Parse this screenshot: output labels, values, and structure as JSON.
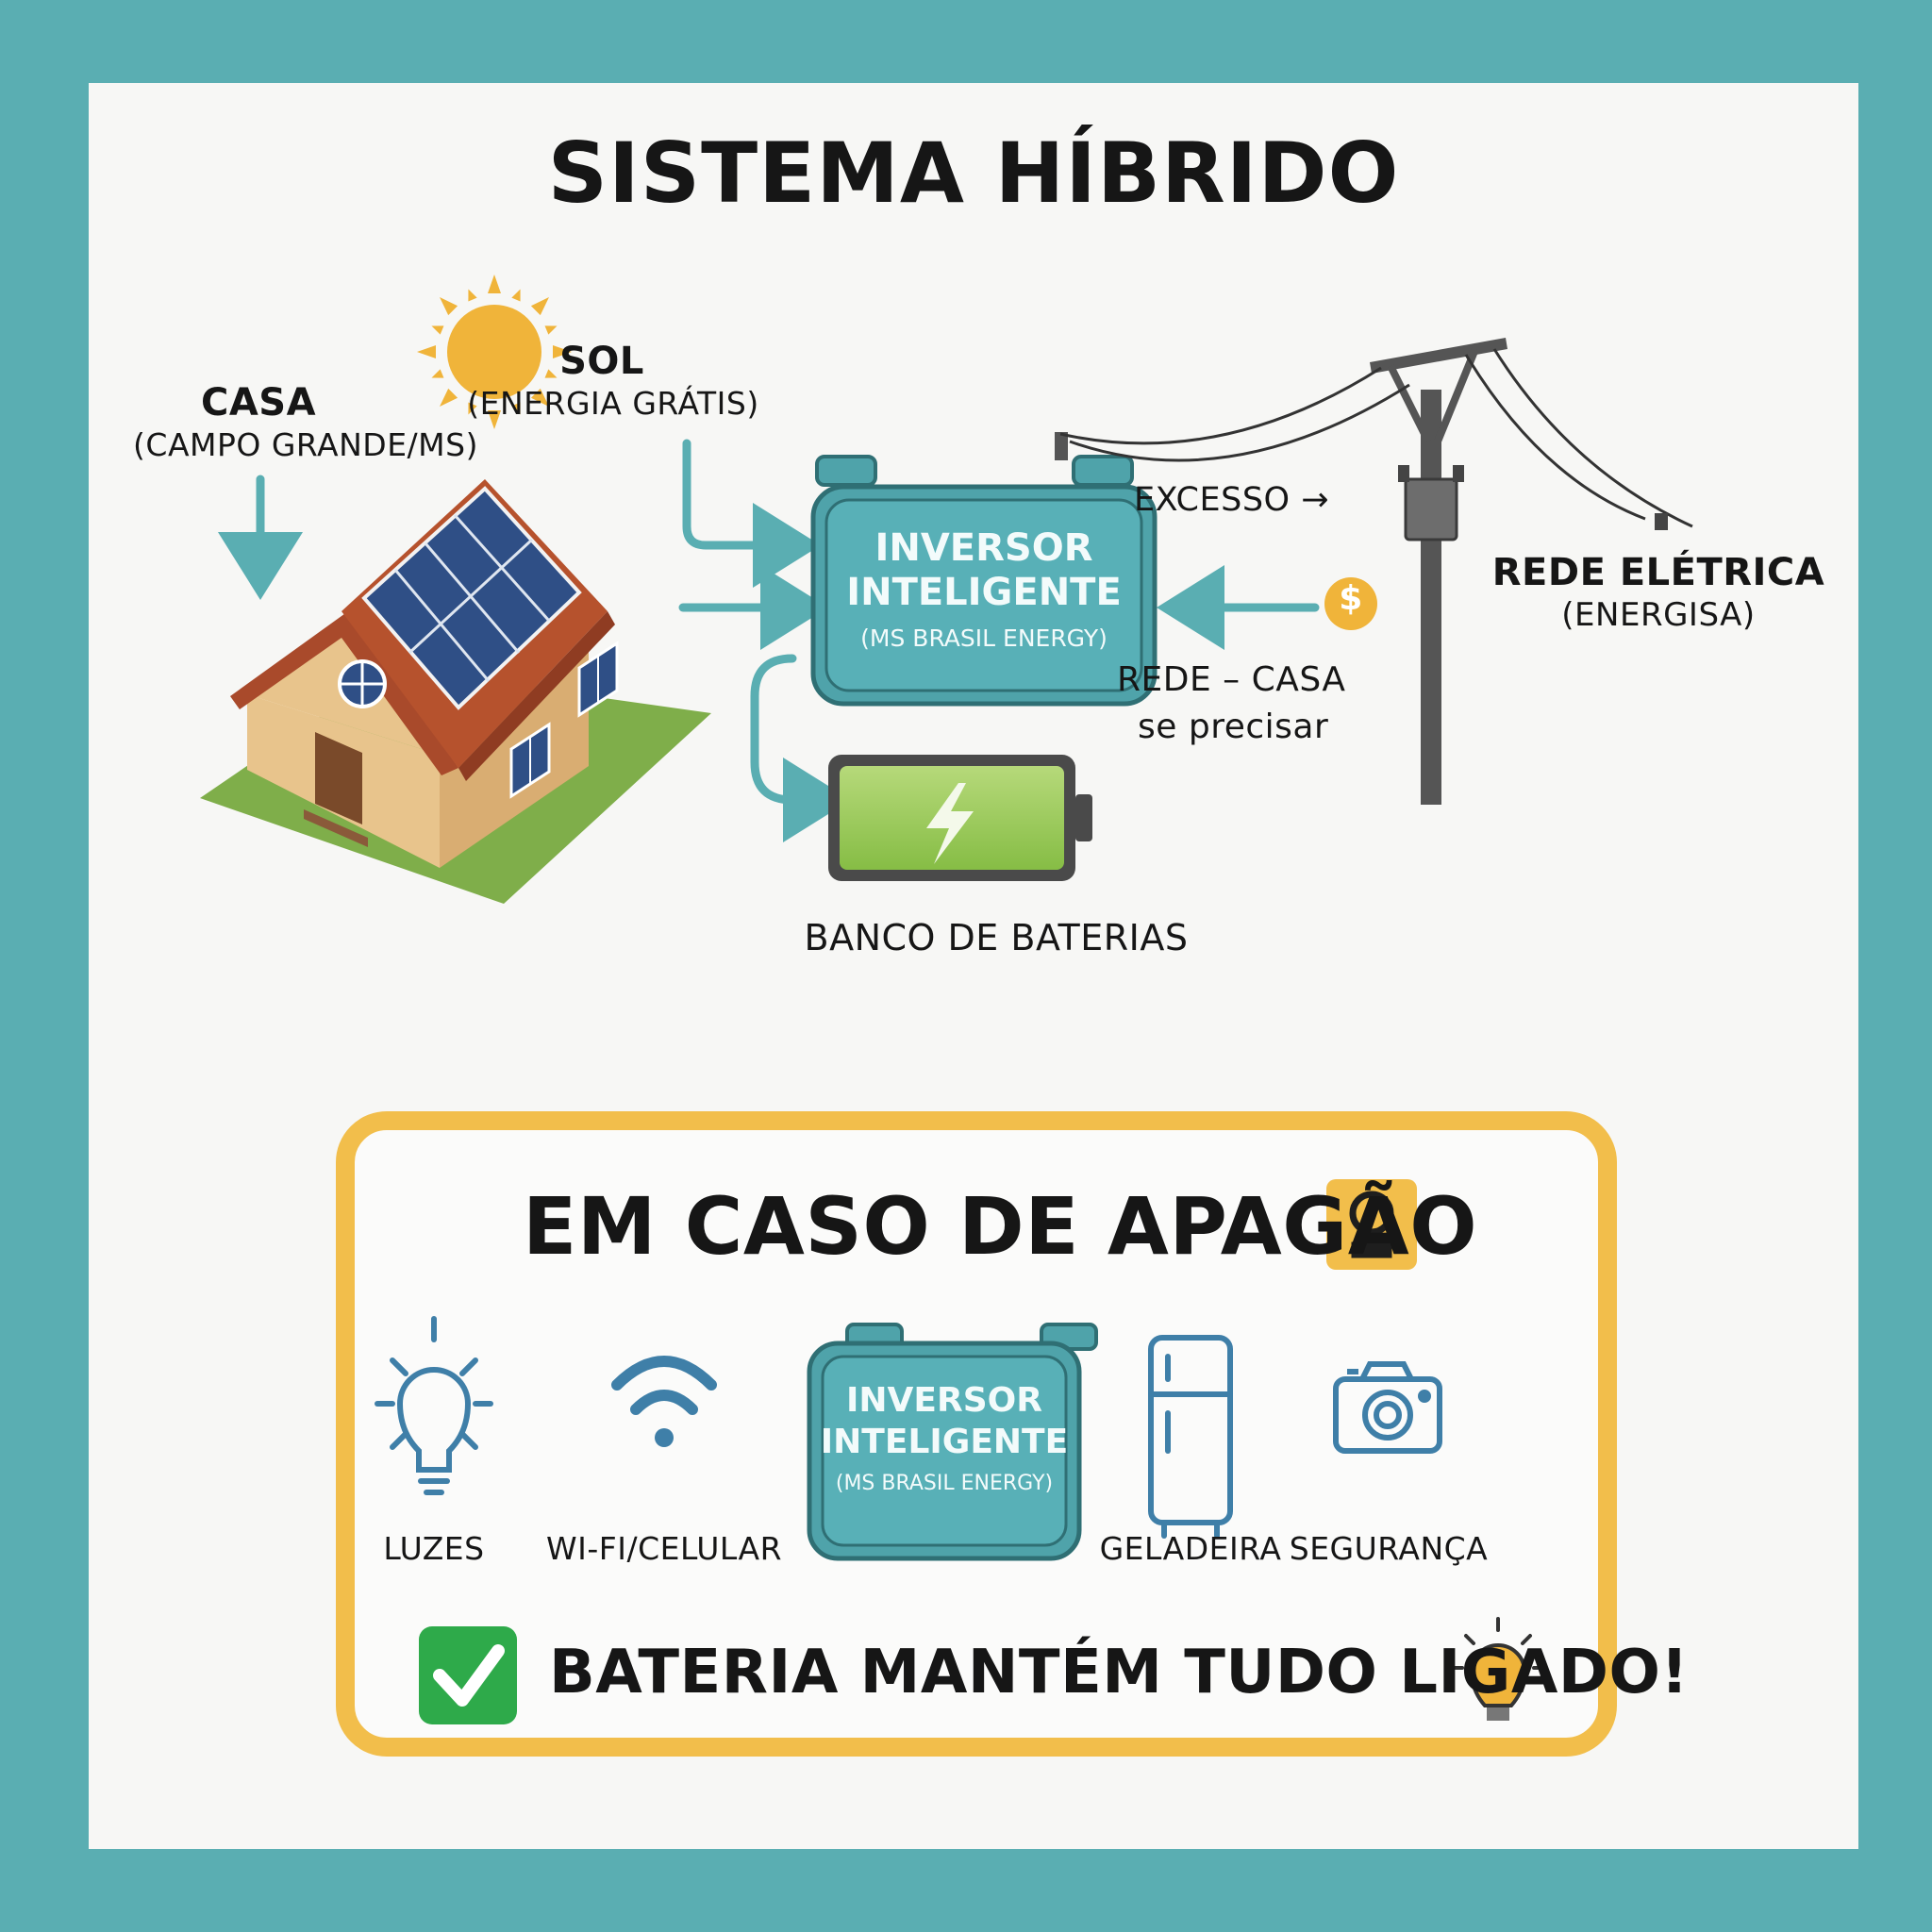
{
  "title": "SISTEMA HÍBRIDO",
  "house": {
    "label": "CASA",
    "sublabel": "(CAMPO GRANDE/MS)"
  },
  "sun": {
    "label": "SOL",
    "sublabel": "(ENERGIA GRÁTIS)"
  },
  "inverter": {
    "line1": "INVERSOR",
    "line2": "INTELIGENTE",
    "brand": "(MS BRASIL ENERGY)"
  },
  "grid": {
    "label": "REDE ELÉTRICA",
    "sublabel": "(ENERGISA)"
  },
  "flows": {
    "excess": "EXCESSO →",
    "grid_to_house_1": "REDE – CASA",
    "grid_to_house_2": "se precisar",
    "money_symbol": "$"
  },
  "battery": {
    "label": "BANCO DE BATERIAS"
  },
  "blackout": {
    "title": "EM CASO DE APAGÃO",
    "inverter": {
      "line1": "INVERSOR",
      "line2": "INTELIGENTE",
      "brand": "(MS BRASIL ENERGY)"
    },
    "loads": [
      {
        "label": "LUZES",
        "icon": "light-bulb-icon"
      },
      {
        "label": "WI-FI/CELULAR",
        "icon": "wifi-icon"
      },
      {
        "label": "GELADEIRA",
        "icon": "refrigerator-icon"
      },
      {
        "label": "SEGURANÇA",
        "icon": "camera-icon"
      }
    ],
    "footer": "BATERIA MANTÉM TUDO LIGADO!"
  },
  "colors": {
    "teal": "#5aaeb2",
    "inverter": "#4fa3aa",
    "arrow": "#5aaeb2",
    "battery_green": "#8cc152",
    "highlight": "#f2be4b",
    "check_green": "#2eaa4a"
  }
}
